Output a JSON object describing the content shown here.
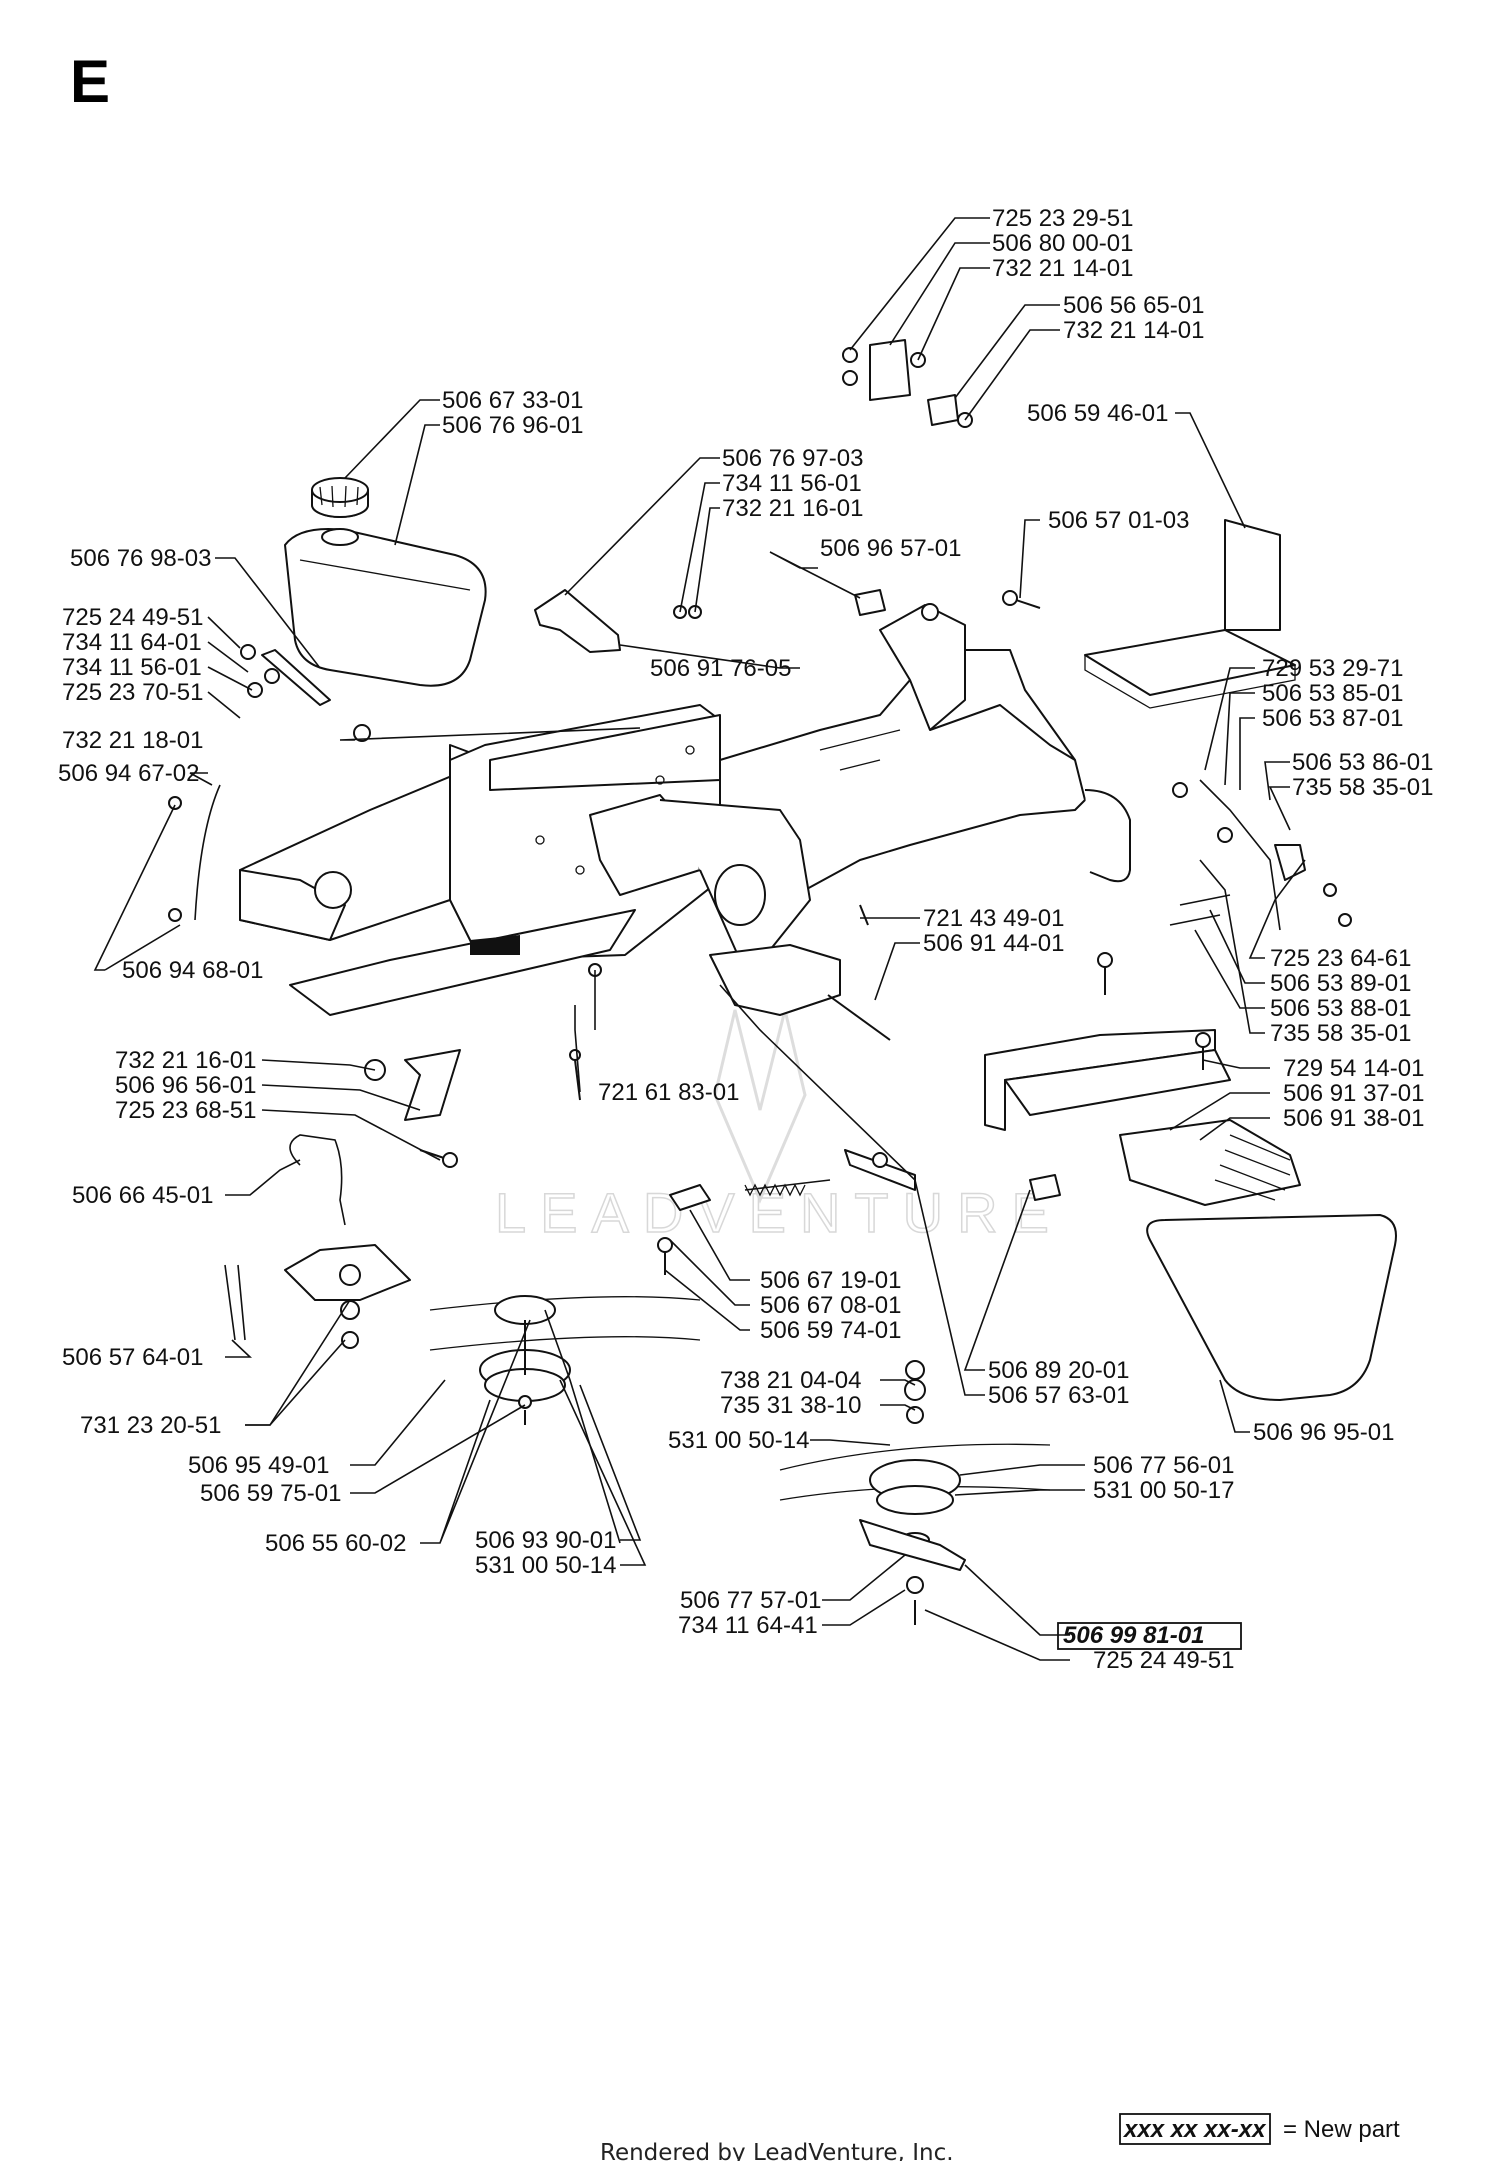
{
  "section_letter": "E",
  "part_labels": [
    "725 23 29-51",
    "506 80 00-01",
    "732 21 14-01",
    "506 56 65-01",
    "732 21 14-01",
    "506 67 33-01",
    "506 76 96-01",
    "506 59 46-01",
    "506 76 97-03",
    "734 11 56-01",
    "732 21 16-01",
    "506 96 57-01",
    "506 57 01-03",
    "506 76 98-03",
    "725 24 49-51",
    "734 11 64-01",
    "734 11 56-01",
    "725 23 70-51",
    "506 91 76-05",
    "729 53 29-71",
    "506 53 85-01",
    "506 53 87-01",
    "732 21 18-01",
    "506 94 67-02",
    "506 53 86-01",
    "735 58 35-01",
    "721 43 49-01",
    "506 91 44-01",
    "506 94 68-01",
    "725 23 64-61",
    "506 53 89-01",
    "506 53 88-01",
    "735 58 35-01",
    "732 21 16-01",
    "506 96 56-01",
    "725 23 68-51",
    "721 61 83-01",
    "729 54 14-01",
    "506 91 37-01",
    "506 91 38-01",
    "506 66 45-01",
    "506 67 19-01",
    "506 67 08-01",
    "506 59 74-01",
    "506 57 64-01",
    "506 89 20-01",
    "738 21 04-04",
    "735 31 38-10",
    "506 57 63-01",
    "731 23 20-51",
    "506 96 95-01",
    "531 00 50-14",
    "506 95 49-01",
    "506 77 56-01",
    "506 59 75-01",
    "531 00 50-17",
    "506 55 60-02",
    "506 93 90-01",
    "531 00 50-14",
    "506 77 57-01",
    "734 11 64-41",
    "725 24 49-51"
  ],
  "new_part_label": "506 99 81-01",
  "legend": {
    "symbol": "xxx xx xx-xx",
    "text": "= New part"
  },
  "watermark": "LEADVENTURE",
  "footer": "Rendered by LeadVenture, Inc."
}
